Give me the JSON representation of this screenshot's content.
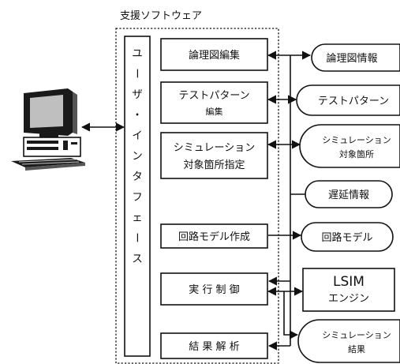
{
  "title": "支援ソフトウェア",
  "interface_label": "ユーザ・インタフェース",
  "functions": [
    {
      "id": "logic-edit",
      "lines": [
        "論理図編集"
      ]
    },
    {
      "id": "test-edit",
      "lines": [
        "テストパターン",
        "編集"
      ]
    },
    {
      "id": "sim-target",
      "lines": [
        "シミュレーション",
        "対象箇所指定"
      ]
    },
    {
      "id": "circuit-model",
      "lines": [
        "回路モデル作成"
      ]
    },
    {
      "id": "exec-control",
      "lines": [
        "実 行 制 御"
      ]
    },
    {
      "id": "result-analysis",
      "lines": [
        "結 果 解 析"
      ]
    }
  ],
  "data_items": [
    {
      "id": "logic-info",
      "lines": [
        "論理図情報"
      ]
    },
    {
      "id": "test-pattern",
      "lines": [
        "テストパターン"
      ]
    },
    {
      "id": "sim-target-data",
      "lines": [
        "シミュレーション",
        "対象箇所"
      ]
    },
    {
      "id": "delay-info",
      "lines": [
        "遅延情報"
      ]
    },
    {
      "id": "circuit-model-data",
      "lines": [
        "回路モデル"
      ]
    },
    {
      "id": "sim-result",
      "lines": [
        "シミュレーション",
        "結果"
      ]
    }
  ],
  "engine": {
    "lines": [
      "LSIM",
      "エンジン"
    ]
  }
}
